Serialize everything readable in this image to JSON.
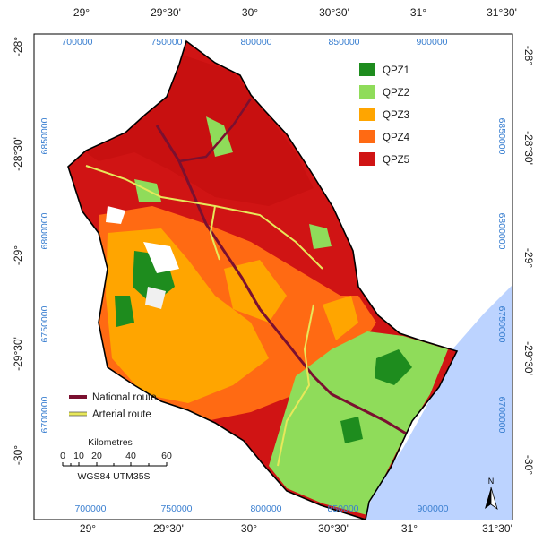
{
  "graticule": {
    "top_lon": [
      "29°",
      "29°30'",
      "30°",
      "30°30'",
      "31°",
      "31°30'"
    ],
    "bottom_lon": [
      "29°",
      "29°30'",
      "30°",
      "30°30'",
      "31°",
      "31°30'"
    ],
    "left_lat": [
      "-28°",
      "-28°30'",
      "-29°",
      "-29°30'",
      "-30°"
    ],
    "right_lat": [
      "-28°",
      "-28°30'",
      "-29°",
      "-29°30'",
      "-30°"
    ]
  },
  "utm": {
    "eastings_top": [
      "700000",
      "750000",
      "800000",
      "850000",
      "900000"
    ],
    "eastings_bottom": [
      "700000",
      "750000",
      "800000",
      "850000",
      "900000"
    ],
    "northings_left": [
      "6850000",
      "6800000",
      "6750000",
      "6700000"
    ],
    "northings_right": [
      "6850000",
      "6800000",
      "6750000",
      "6700000"
    ]
  },
  "legend": {
    "zones": [
      {
        "label": "QPZ1",
        "color": "#1e8c1e"
      },
      {
        "label": "QPZ2",
        "color": "#8fdc5a"
      },
      {
        "label": "QPZ3",
        "color": "#ffa500"
      },
      {
        "label": "QPZ4",
        "color": "#ff6a13"
      },
      {
        "label": "QPZ5",
        "color": "#d01414"
      }
    ],
    "routes": [
      {
        "label": "National route",
        "color": "#7a1030"
      },
      {
        "label": "Arterial route",
        "color": "#e8e85a"
      }
    ]
  },
  "scale_bar": {
    "title": "Kilometres",
    "ticks": [
      "0",
      "10",
      "20",
      "40",
      "60"
    ],
    "crs": "WGS84 UTM35S"
  },
  "north_arrow": {
    "label": "N"
  },
  "colors": {
    "ocean": "#bcd3ff",
    "frame": "#000000",
    "utm_text": "#3a7fd0"
  }
}
